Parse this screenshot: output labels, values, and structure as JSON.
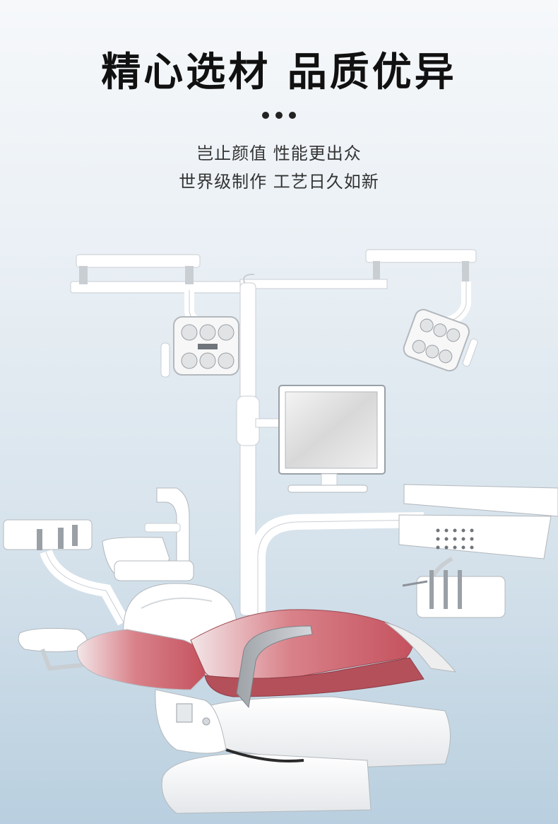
{
  "heading": {
    "title": "精心选材 品质优异",
    "subtitle_line1": "岂止颜值 性能更出众",
    "subtitle_line2": "世界级制作 工艺日久如新"
  },
  "colors": {
    "title": "#111111",
    "subtitle": "#333333",
    "seat": "#c85a64",
    "frame": "#ffffff"
  }
}
